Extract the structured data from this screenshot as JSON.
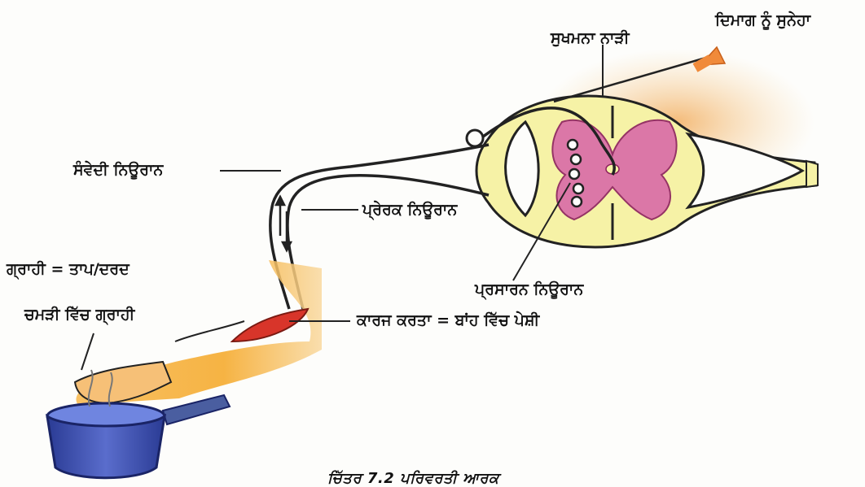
{
  "labels": {
    "brain_message": "ਦਿਮਾਗ ਨੂੰ ਸੁਨੇਹਾ",
    "spinal_cord": "ਸੁਖਮਨਾ ਨਾੜੀ",
    "sensory_neuron": "ਸੰਵੇਦੀ ਨਿਊਰਾਨ",
    "motor_neuron": "ਪ੍ਰੇਰਕ ਨਿਊਰਾਨ",
    "receptor_heat_pain": "ਗ੍ਰਾਹੀ = ਤਾਪ/ਦਰਦ",
    "relay_neuron": "ਪ੍ਰਸਾਰਨ ਨਿਊਰਾਨ",
    "skin_receptor": "ਚਮੜੀ ਵਿੱਚ ਗ੍ਰਾਹੀ",
    "effector_muscle": "ਕਾਰਜ ਕਰਤਾ = ਬਾਂਹ ਵਿੱਚ ਪੇਸ਼ੀ"
  },
  "caption": "ਚਿੱਤਰ 7.2 ਪਰਿਵਰਤੀ ਆਰਕ",
  "colors": {
    "cord_yellow": "#f6f2a6",
    "grey_matter": "#d96aa8",
    "arm_orange": "#f5a623",
    "heat_red": "#d8352a",
    "pot_blue": "#3c4fa8",
    "arrow_orange": "#f08a3a"
  }
}
